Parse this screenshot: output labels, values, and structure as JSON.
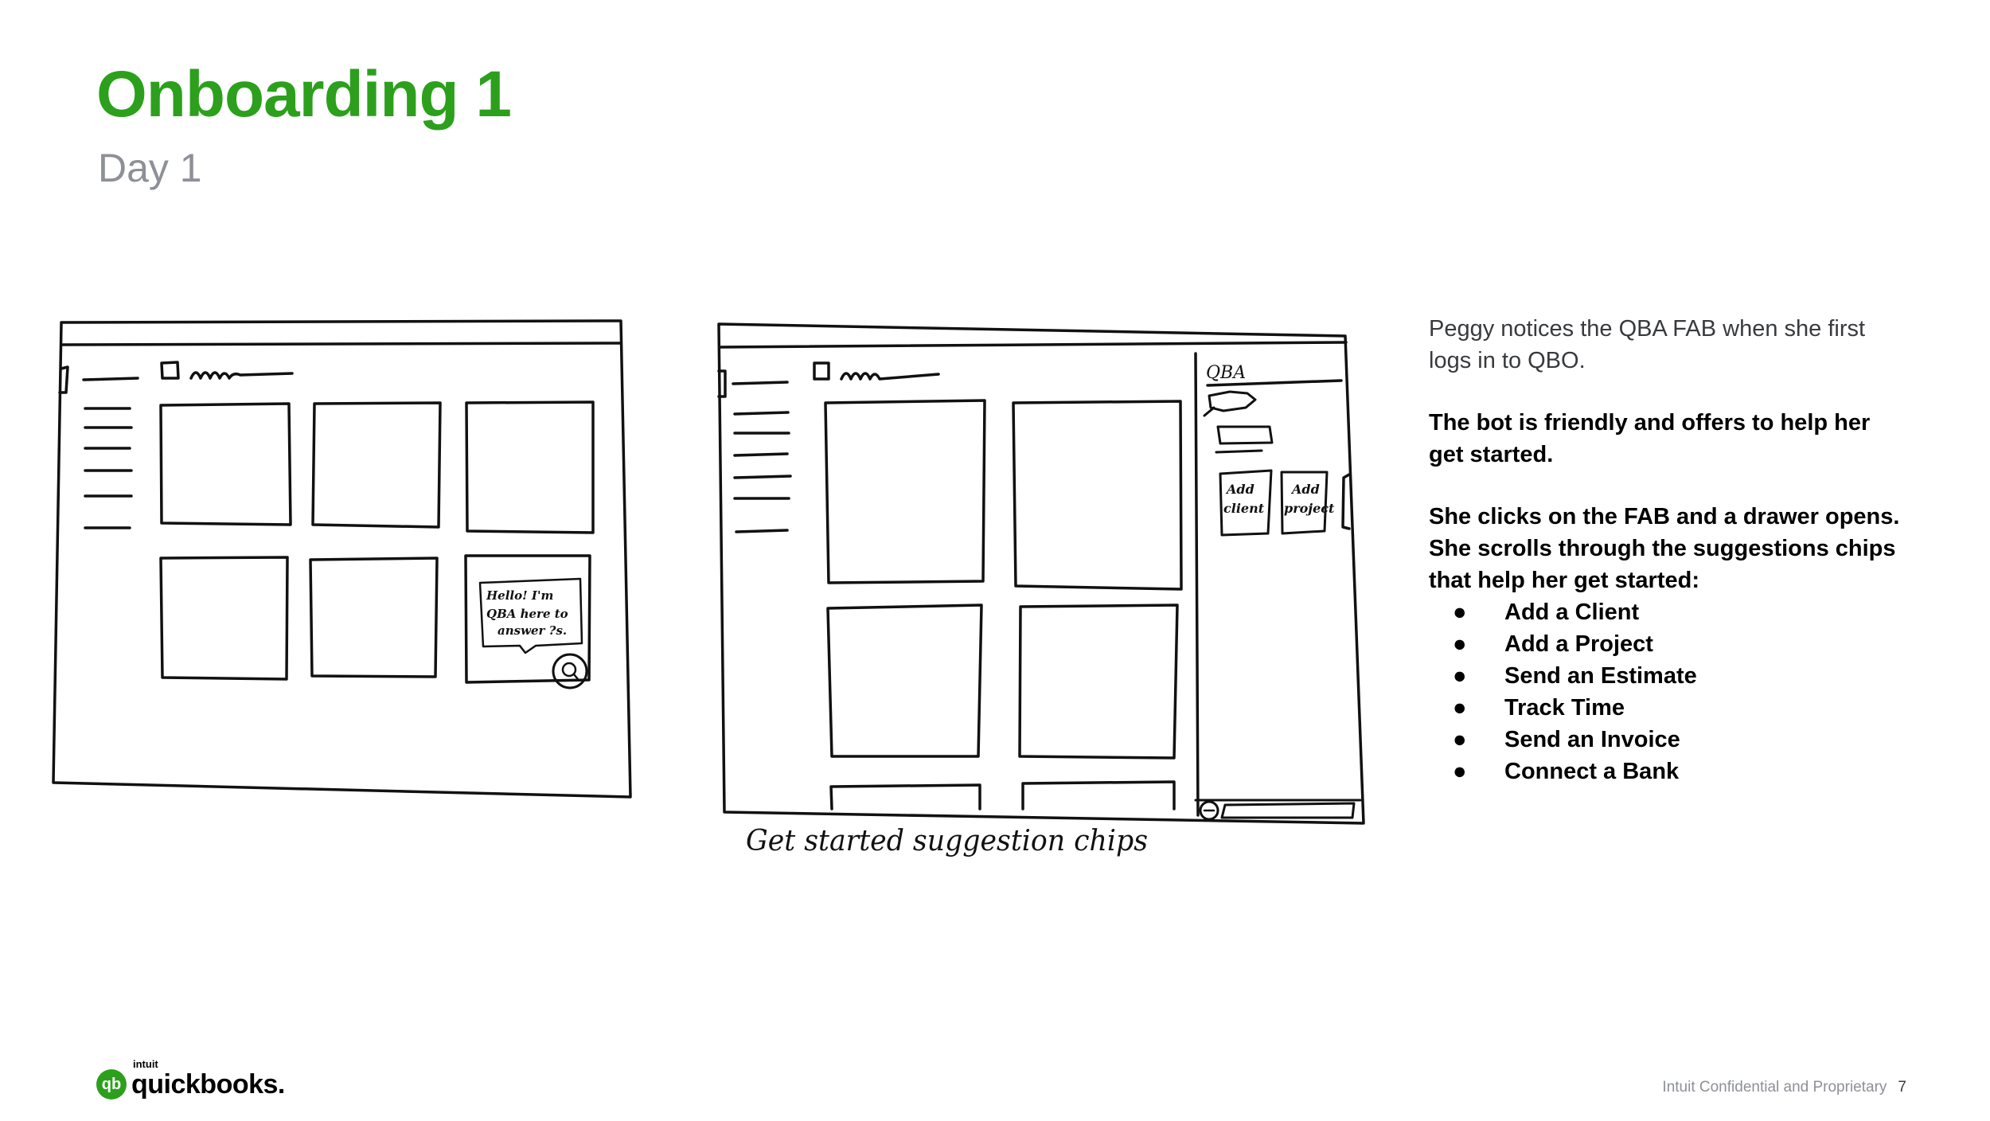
{
  "slide": {
    "title": "Onboarding 1",
    "subtitle": "Day 1"
  },
  "sketch1": {
    "bubble_line1": "Hello! I'm",
    "bubble_line2": "QBA here to",
    "bubble_line3": "answer ?s."
  },
  "sketch2": {
    "drawer_title": "QBA",
    "chip1_line1": "Add",
    "chip1_line2": "client",
    "chip2_line1": "Add",
    "chip2_line2": "project",
    "caption": "Get started suggestion chips"
  },
  "notes": {
    "intro": "Peggy notices the QBA FAB when she first logs in to QBO.",
    "para2": "The bot is friendly and offers to help her get started.",
    "para3": "She clicks on the FAB and a drawer opens. She scrolls through the suggestions chips that help her get started:",
    "bullet": "●",
    "items": [
      "Add a Client",
      "Add a Project",
      "Send an Estimate",
      "Track Time",
      "Send an Invoice",
      "Connect a Bank"
    ]
  },
  "logo": {
    "mark": "qb",
    "brand_small": "intuit",
    "brand": "quickbooks."
  },
  "footer": {
    "confidential": "Intuit Confidential and Proprietary",
    "page_number": "7"
  },
  "colors": {
    "brand_green": "#2ca01c",
    "subtitle_gray": "#8d9096"
  }
}
